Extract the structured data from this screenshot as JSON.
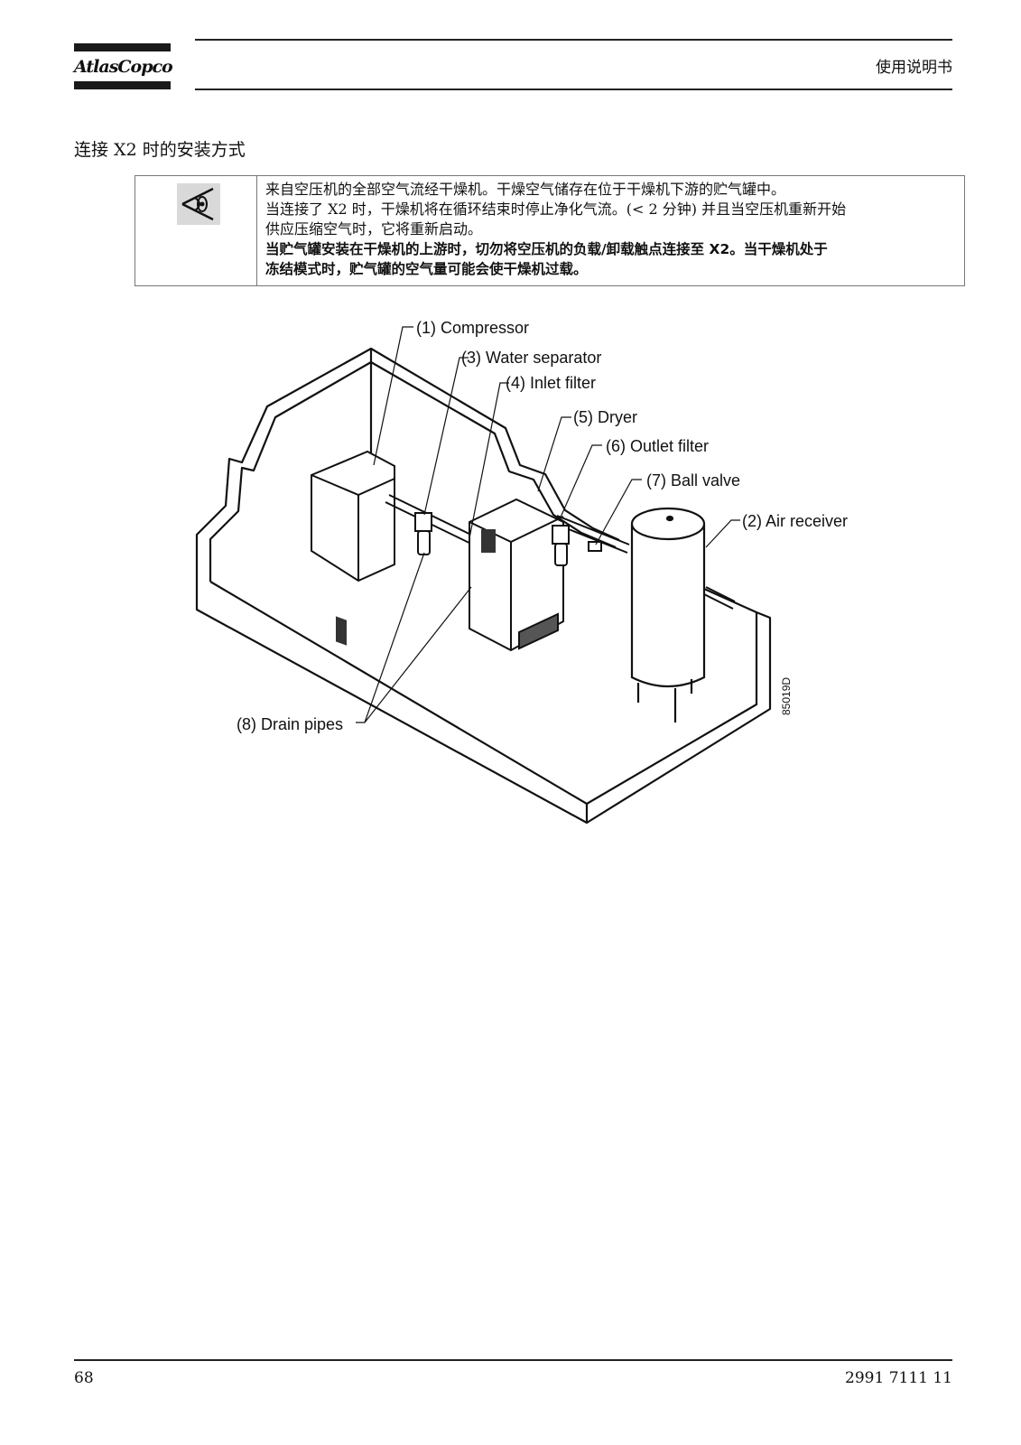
{
  "header": {
    "logo_text": "AtlasCopco",
    "title": "使用说明书"
  },
  "section": {
    "title": "连接 X2 时的安装方式"
  },
  "note": {
    "icon": "eye-attention-icon",
    "line1": "来自空压机的全部空气流经干燥机。干燥空气储存在位于干燥机下游的贮气罐中。",
    "line2": "当连接了 X2 时，干燥机将在循环结束时停止净化气流。(< 2 分钟) 并且当空压机重新开始",
    "line3": "供应压缩空气时，它将重新启动。",
    "warning_line1": "当贮气罐安装在干燥机的上游时，切勿将空压机的负载/卸载触点连接至 X2。当干燥机处于",
    "warning_line2": "冻结模式时，贮气罐的空气量可能会使干燥机过载。"
  },
  "diagram": {
    "labels": {
      "compressor": "(1) Compressor",
      "water_separator": "(3) Water separator",
      "inlet_filter": "(4) Inlet filter",
      "dryer": "(5) Dryer",
      "outlet_filter": "(6) Outlet filter",
      "ball_valve": "(7) Ball valve",
      "air_receiver": "(2) Air receiver",
      "drain_pipes": "(8) Drain pipes"
    },
    "figure_code": "85019D"
  },
  "footer": {
    "page_number": "68",
    "doc_number": "2991 7111 11"
  }
}
